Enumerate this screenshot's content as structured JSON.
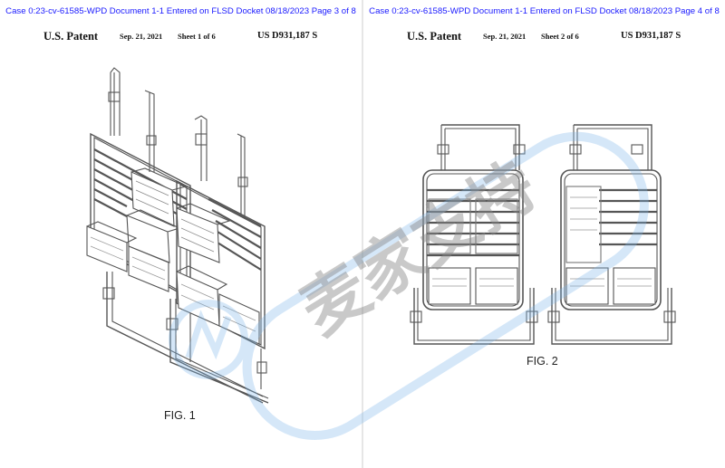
{
  "pages": [
    {
      "banner": "Case 0:23-cv-61585-WPD   Document 1-1   Entered on FLSD Docket 08/18/2023   Page 3 of 8",
      "header": {
        "title": "U.S. Patent",
        "date": "Sep. 21, 2021",
        "sheet": "Sheet 1 of 6",
        "number": "US D931,187 S"
      },
      "figure_label": "FIG. 1"
    },
    {
      "banner": "Case 0:23-cv-61585-WPD   Document 1-1   Entered on FLSD Docket 08/18/2023   Page 4 of 8",
      "header": {
        "title": "U.S. Patent",
        "date": "Sep. 21, 2021",
        "sheet": "Sheet 2 of 6",
        "number": "US D931,187 S"
      },
      "figure_label": "FIG. 2"
    }
  ],
  "watermark": {
    "text": "麦家支持",
    "color": "#7fb8ec"
  }
}
